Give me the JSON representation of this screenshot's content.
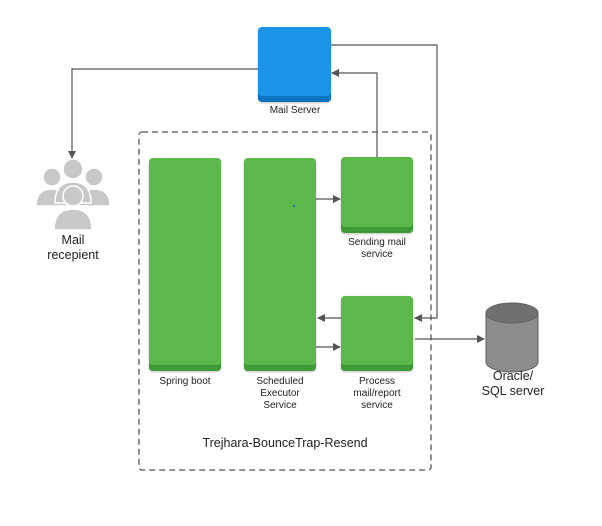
{
  "diagram": {
    "boundary_title": "Trejhara-BounceTrap-Resend",
    "nodes": {
      "mail_server": {
        "label": "Mail Server",
        "color": "#1b93e6"
      },
      "spring_boot": {
        "label": "Spring boot",
        "color": "#5cb84a"
      },
      "scheduled_executor": {
        "label_lines": [
          "Scheduled",
          "Executor",
          "Service"
        ],
        "color": "#5cb84a"
      },
      "sending_mail": {
        "label_lines": [
          "Sending mail",
          "service"
        ],
        "color": "#5cb84a"
      },
      "process_mail": {
        "label_lines": [
          "Process",
          "mail/report",
          "service"
        ],
        "color": "#5cb84a"
      },
      "mail_recipient": {
        "label_lines": [
          "Mail",
          "recepient"
        ],
        "icon": "users-group-icon"
      },
      "database": {
        "label_lines": [
          "Oracle/",
          "SQL server"
        ],
        "icon": "database-icon"
      }
    },
    "colors": {
      "arrow": "#555555",
      "border": "#555555"
    }
  }
}
